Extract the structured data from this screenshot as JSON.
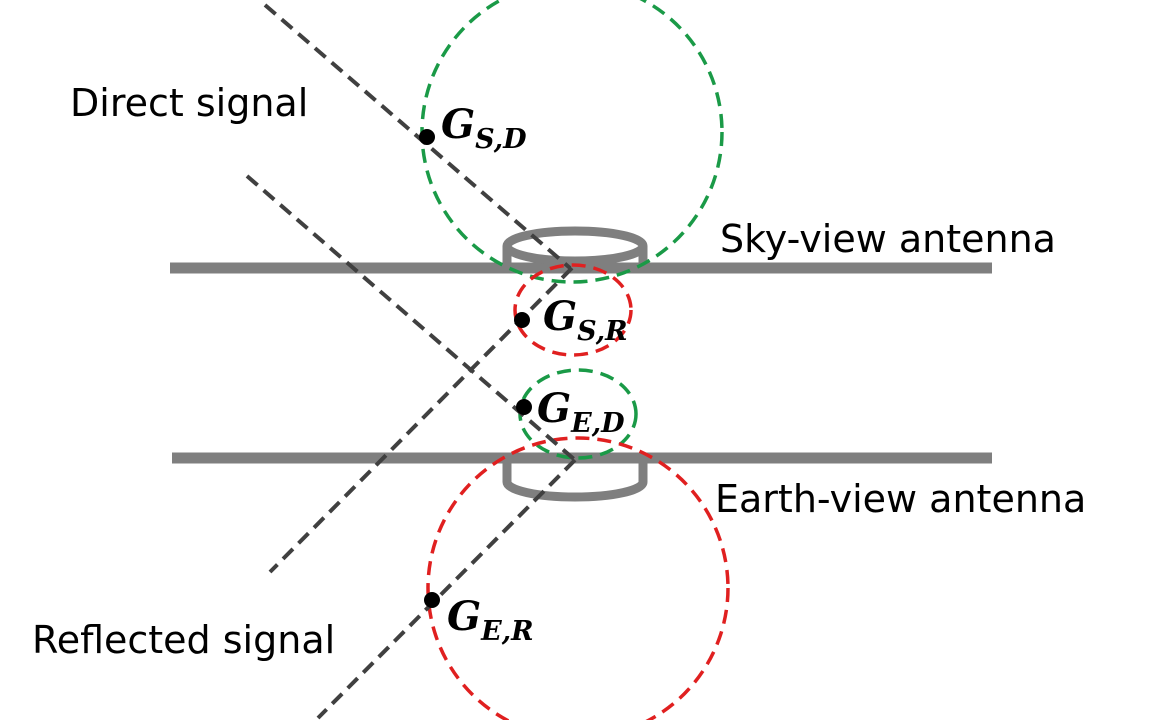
{
  "labels": {
    "direct_signal": "Direct signal",
    "reflected_signal": "Reflected signal",
    "sky_view_antenna": "Sky-view antenna",
    "earth_view_antenna": "Earth-view antenna"
  },
  "gains": {
    "sky_direct": {
      "symbol": "G",
      "sub": "S,D"
    },
    "sky_reflected": {
      "symbol": "G",
      "sub": "S,R"
    },
    "earth_direct": {
      "symbol": "G",
      "sub": "E,D"
    },
    "earth_reflected": {
      "symbol": "G",
      "sub": "E,R"
    }
  },
  "colors": {
    "direct_pattern": "#1a9a47",
    "reflected_pattern": "#e02020",
    "signal_ray": "#404040",
    "ground_plane": "#7f7f7f",
    "point": "#000000"
  }
}
